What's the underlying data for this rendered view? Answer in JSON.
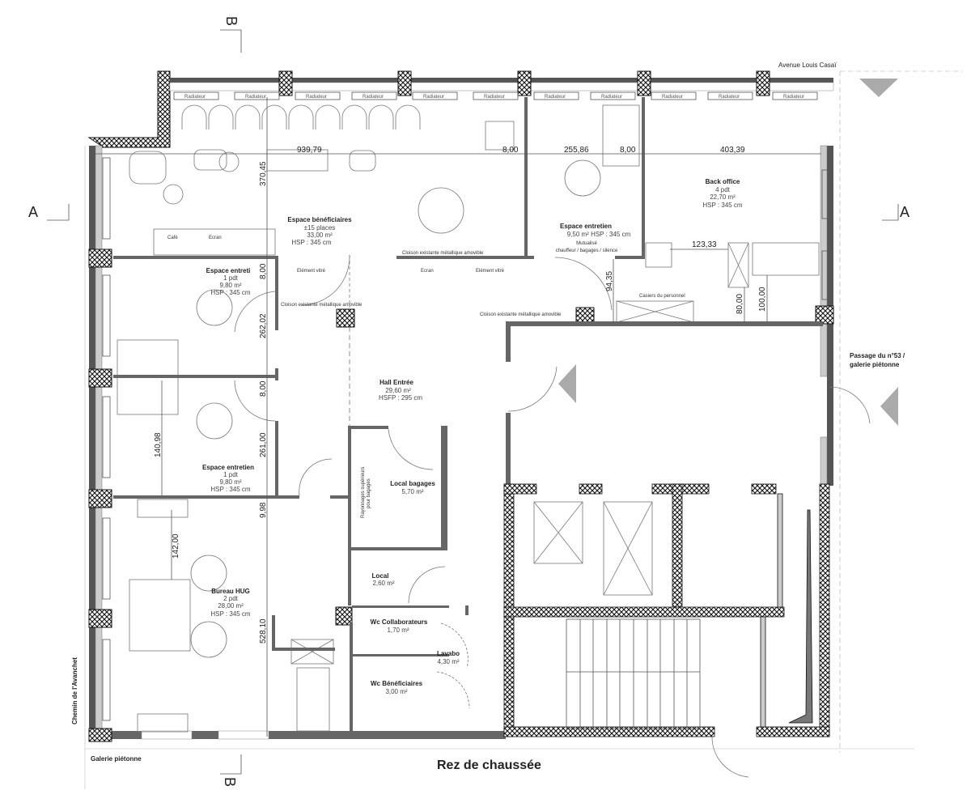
{
  "title": "Rez de chaussée",
  "streets": {
    "top": "Avenue Louis Casaï",
    "left": "Chemin de l'Avanchet",
    "bottom": "Galerie piétonne",
    "right_line1": "Passage du n°53 /",
    "right_line2": "galerie piétonne"
  },
  "section_marks": {
    "a": "A",
    "b": "B"
  },
  "radiator_label": "Radiateur",
  "rooms": [
    {
      "name": "Espace bénéficiaires",
      "lines": [
        "±15 places",
        "33,00 m²",
        "HSP : 345 cm"
      ]
    },
    {
      "name": "Espace entretien",
      "lines": [
        "9,50 m²   HSP : 345 cm",
        "Mutualisé",
        "chauffeur / bagages / silence"
      ]
    },
    {
      "name": "Back office",
      "lines": [
        "4 pdt",
        "22,70 m²",
        "HSP : 345 cm"
      ]
    },
    {
      "name": "Espace entreti",
      "lines": [
        "1 pdt",
        "9,80 m²",
        "HSP : 345 cm"
      ]
    },
    {
      "name": "Espace entretien",
      "lines": [
        "1 pdt",
        "9,80 m²",
        "HSP : 345 cm"
      ]
    },
    {
      "name": "Hall Entrée",
      "lines": [
        "29,60 m²",
        "HSFP : 295 cm"
      ]
    },
    {
      "name": "Local bagages",
      "lines": [
        "5,70 m²"
      ]
    },
    {
      "name": "Local",
      "lines": [
        "2,60 m²"
      ]
    },
    {
      "name": "Wc Collaborateurs",
      "lines": [
        "1,70 m²"
      ]
    },
    {
      "name": "Lavabo",
      "lines": [
        "4,30 m²"
      ]
    },
    {
      "name": "Wc Bénéficiaires",
      "lines": [
        "3,00 m²"
      ]
    },
    {
      "name": "Bureau HUG",
      "lines": [
        "2 pdt",
        "28,00 m²",
        "HSP : 345 cm"
      ]
    }
  ],
  "annotations": {
    "cafe": "Café",
    "ecran1": "Ecran",
    "ecran2": "Ecran",
    "vitre1": "Elément vitré",
    "vitre2": "Elément vitré",
    "cloison1": "Cloison existante métallique amovible",
    "cloison2": "Cloison existante métallique amovible",
    "cloison3": "Cloison existante métallique amovible",
    "casiers": "Casiers du personnel",
    "rayonnages1": "Rayonnages supérieurs",
    "rayonnages2": "pour bagages"
  },
  "dimensions": [
    "939,79",
    "8,00",
    "255,86",
    "8,00",
    "403,39",
    "370,45",
    "8,00",
    "262,02",
    "8,00",
    "261,00",
    "9,98",
    "528,10",
    "140,98",
    "142,00",
    "94,35",
    "123,33",
    "80,00",
    "100,00"
  ]
}
